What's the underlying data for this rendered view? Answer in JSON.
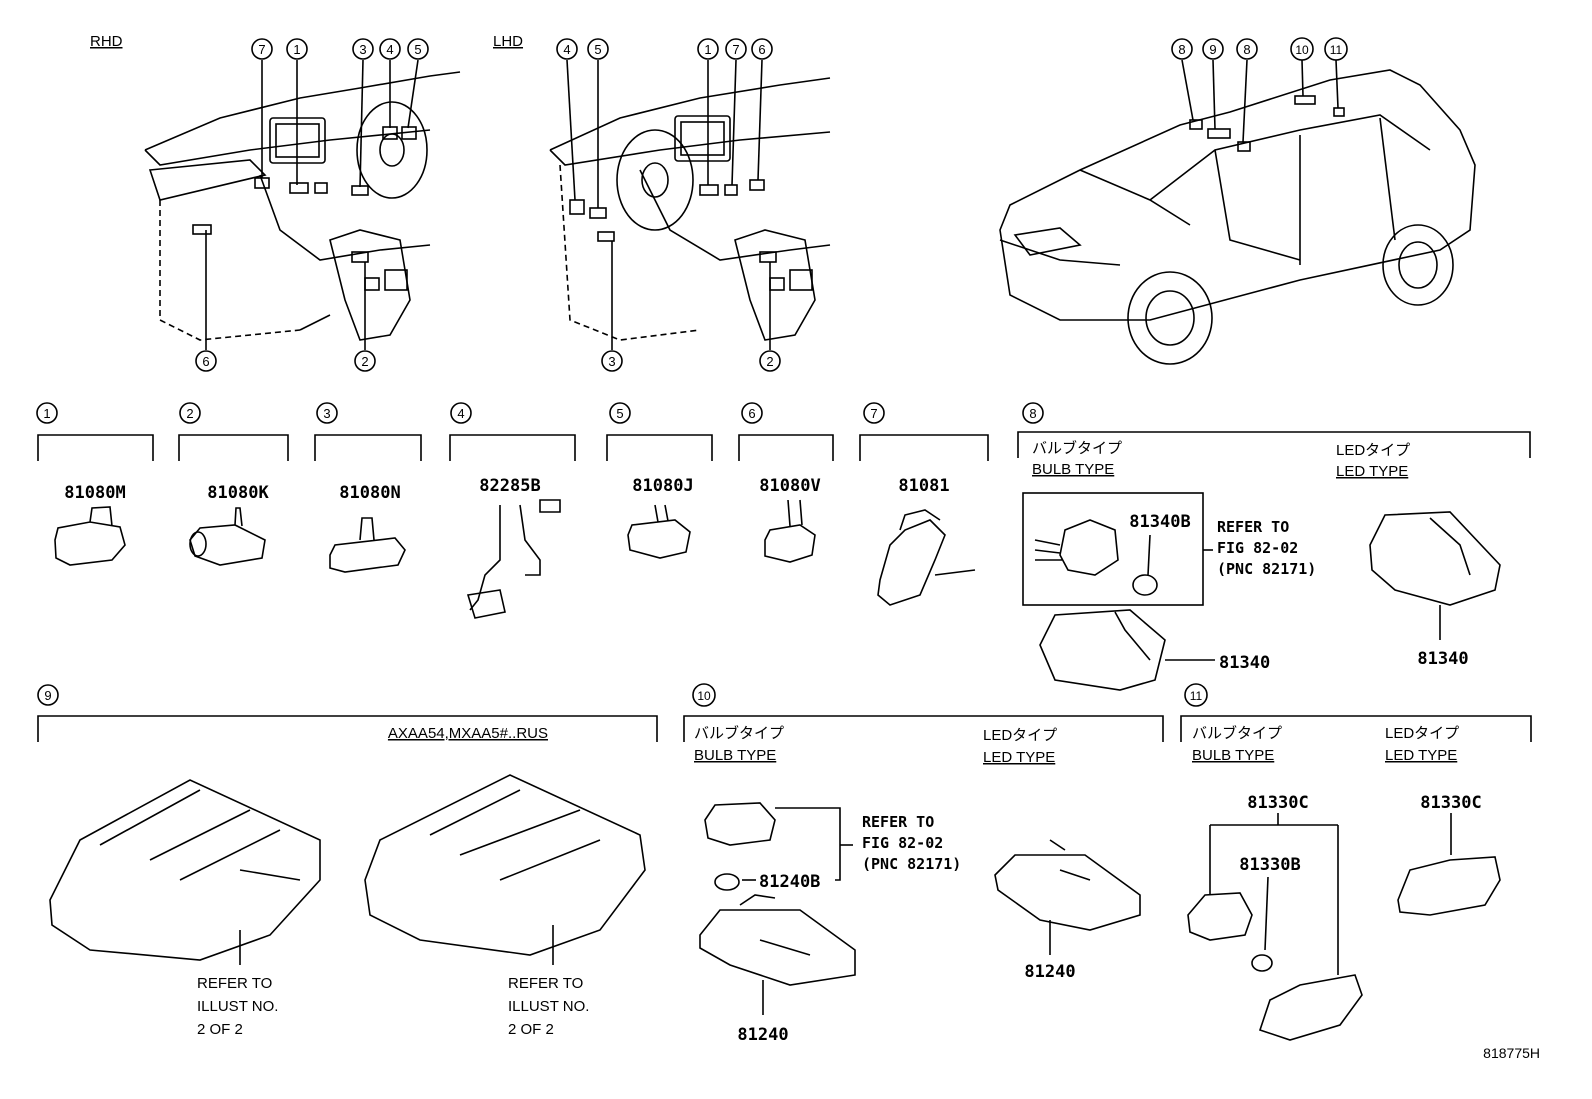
{
  "views": {
    "rhd": {
      "label": "RHD",
      "callouts": [
        "7",
        "1",
        "3",
        "4",
        "5",
        "6",
        "2"
      ]
    },
    "lhd": {
      "label": "LHD",
      "callouts": [
        "4",
        "5",
        "1",
        "7",
        "6",
        "3",
        "2"
      ]
    },
    "vehicle": {
      "callouts": [
        "8",
        "9",
        "8",
        "10",
        "11"
      ]
    }
  },
  "parts": {
    "p1": {
      "num": "1",
      "pnc": "81080M"
    },
    "p2": {
      "num": "2",
      "pnc": "81080K"
    },
    "p3": {
      "num": "3",
      "pnc": "81080N"
    },
    "p4": {
      "num": "4",
      "pnc": "82285B"
    },
    "p5": {
      "num": "5",
      "pnc": "81080J"
    },
    "p6": {
      "num": "6",
      "pnc": "81080V"
    },
    "p7": {
      "num": "7",
      "pnc": "81081"
    }
  },
  "group8": {
    "num": "8",
    "bulb_jp": "バルブタイプ",
    "bulb_en": "BULB TYPE",
    "led_jp": "LEDタイプ",
    "led_en": "LED TYPE",
    "bulb_part": "81340B",
    "refer": [
      "REFER TO",
      "FIG 82-02",
      "(PNC 82171)"
    ],
    "housing": "81340",
    "led_part": "81340"
  },
  "group9": {
    "num": "9",
    "model": "AXAA54,MXAA5#..RUS",
    "refer_left": [
      "REFER TO",
      "ILLUST NO.",
      "2 OF 2"
    ],
    "refer_right": [
      "REFER TO",
      "ILLUST NO.",
      "2 OF 2"
    ]
  },
  "group10": {
    "num": "10",
    "bulb_jp": "バルブタイプ",
    "bulb_en": "BULB TYPE",
    "led_jp": "LEDタイプ",
    "led_en": "LED TYPE",
    "bulb_part": "81240B",
    "refer": [
      "REFER TO",
      "FIG 82-02",
      "(PNC 82171)"
    ],
    "housing": "81240",
    "led_part": "81240"
  },
  "group11": {
    "num": "11",
    "bulb_jp": "バルブタイプ",
    "bulb_en": "BULB TYPE",
    "led_jp": "LEDタイプ",
    "led_en": "LED TYPE",
    "assy": "81330C",
    "bulb_part": "81330B",
    "led_part": "81330C"
  },
  "illust_id": "818775H"
}
